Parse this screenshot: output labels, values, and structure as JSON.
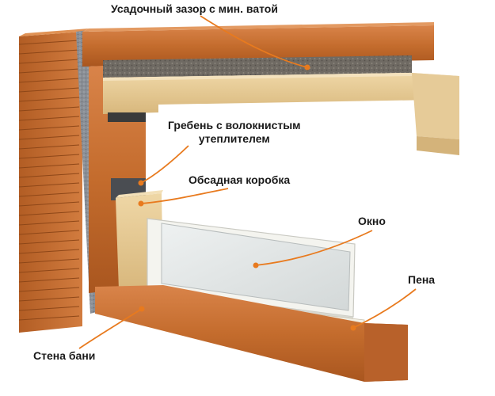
{
  "labels": {
    "shrink_gap": "Усадочный зазор с мин. ватой",
    "comb_line1": "Гребень с волокнистым",
    "comb_line2": "утеплителем",
    "casing_box": "Обсадная коробка",
    "window": "Окно",
    "foam": "Пена",
    "bath_wall": "Стена бани"
  },
  "colors": {
    "leader": "#e87a1e",
    "log_wood": "#c9702e",
    "casing_wood": "#e2c48d",
    "mineral_wool": "#6f6a63",
    "insulation_strip": "#8a8f96",
    "window_pane": "#dde2e2",
    "window_frame": "#f4f4ef",
    "label_text": "#1a1a1a"
  }
}
